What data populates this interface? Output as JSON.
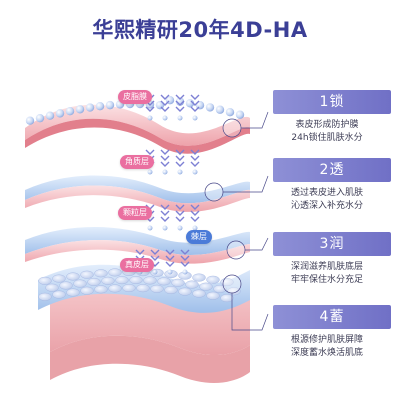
{
  "title": "华熙精研20年4D-HA",
  "layers": [
    {
      "label": "皮脂膜",
      "color": "#ea6fa0"
    },
    {
      "label": "角质层",
      "color": "#ea6fa0"
    },
    {
      "label": "颗粒层",
      "color": "#ea6fa0"
    },
    {
      "label": "棘层",
      "color": "#4b7bd8"
    },
    {
      "label": "真皮层",
      "color": "#ea6fa0"
    }
  ],
  "steps": [
    {
      "heading": "1锁",
      "lines": [
        "表皮形成防护膜",
        "24h锁住肌肤水分"
      ]
    },
    {
      "heading": "2透",
      "lines": [
        "透过表皮进入肌肤",
        "沁透深入补充水分"
      ]
    },
    {
      "heading": "3润",
      "lines": [
        "深润滋养肌肤底层",
        "牢牢保住水分充足"
      ]
    },
    {
      "heading": "4蓄",
      "lines": [
        "根源修护肌肤屏障",
        "深度蓄水焕活肌底"
      ]
    }
  ],
  "colors": {
    "title": "#3b3f96",
    "step_head": "#7a7ccc",
    "skin_pink": "#f2b3b8",
    "skin_blue": "#a9c8f0",
    "arrow": "#7d80d4"
  }
}
